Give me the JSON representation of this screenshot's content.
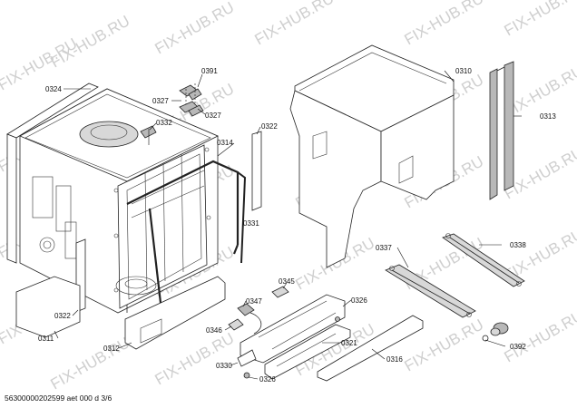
{
  "watermark_text": "FIX-HUB.RU",
  "footer_text": "56300000202599 aet 000 d 3/6",
  "parts": {
    "p0324": "0324",
    "p0391": "0391",
    "p0327a": "0327",
    "p0327b": "0327",
    "p0332": "0332",
    "p0322a": "0322",
    "p0314": "0314",
    "p0310": "0310",
    "p0313": "0313",
    "p0331": "0331",
    "p0337": "0337",
    "p0338": "0338",
    "p0345": "0345",
    "p0347": "0347",
    "p0326a": "0326",
    "p0322b": "0322",
    "p0346": "0346",
    "p0311": "0311",
    "p0312": "0312",
    "p0321": "0321",
    "p0392": "0392",
    "p0330": "0330",
    "p0316": "0316",
    "p0326b": "0326"
  }
}
